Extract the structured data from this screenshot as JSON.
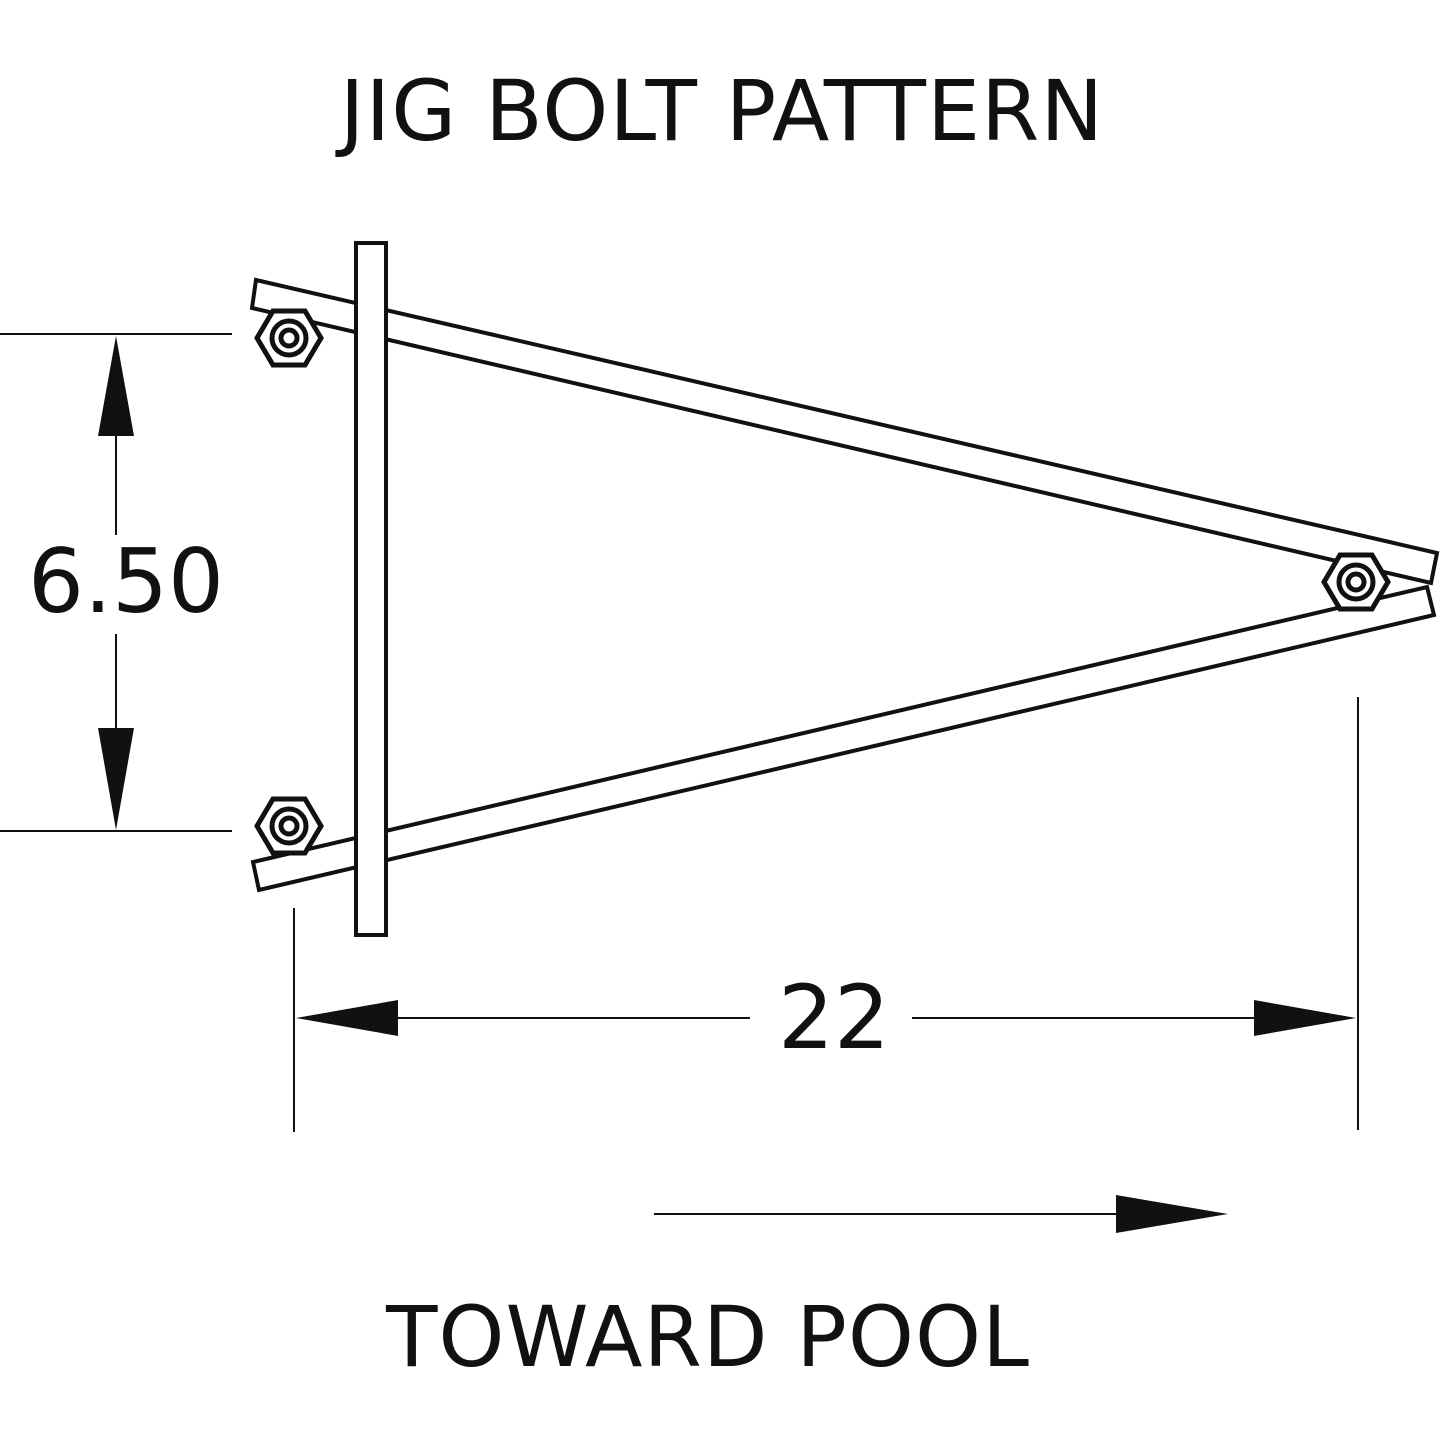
{
  "title": "JIG BOLT PATTERN",
  "dimensions": {
    "vertical": "6.50",
    "horizontal": "22"
  },
  "direction_label": "TOWARD POOL",
  "colors": {
    "line": "#111111",
    "background": "#ffffff"
  },
  "icons": {
    "bolt": "hex-nut-icon",
    "direction": "arrow-right-icon"
  }
}
